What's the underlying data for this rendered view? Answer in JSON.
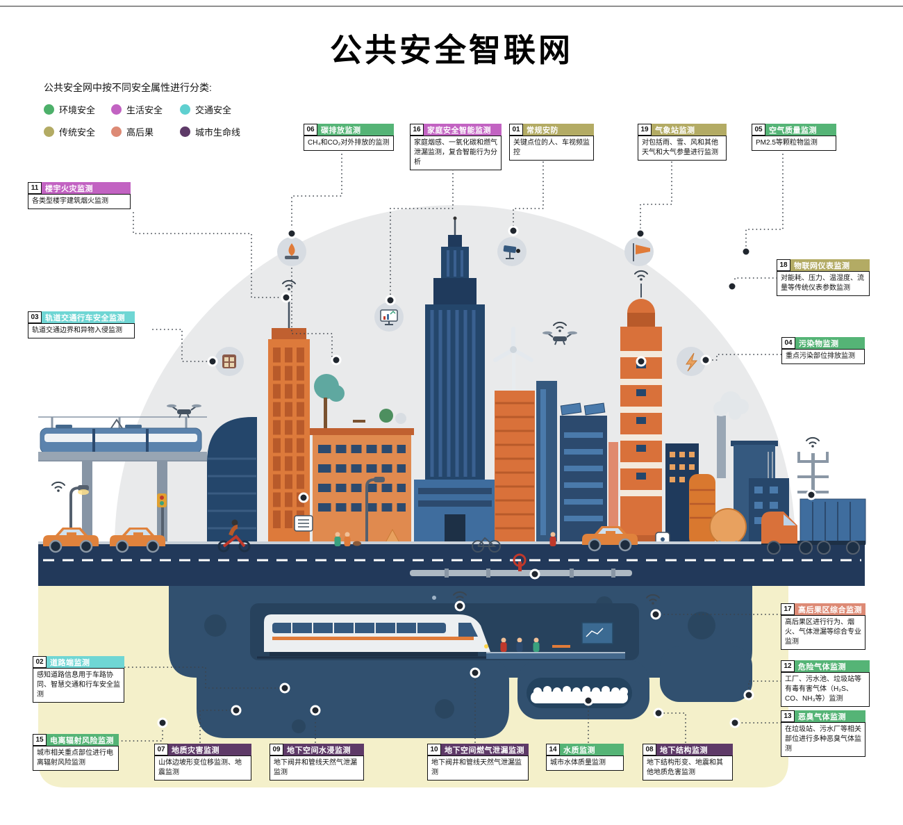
{
  "page": {
    "title": "公共安全智联网",
    "subtitle": "公共安全网中按不同安全属性进行分类:"
  },
  "legend": {
    "items": [
      {
        "label": "环境安全",
        "color": "#4db06a"
      },
      {
        "label": "生活安全",
        "color": "#c263c2"
      },
      {
        "label": "交通安全",
        "color": "#5fd0d0"
      },
      {
        "label": "传统安全",
        "color": "#b3ab64"
      },
      {
        "label": "高后果",
        "color": "#dd8a75"
      },
      {
        "label": "城市生命线",
        "color": "#5e3a68"
      }
    ]
  },
  "callouts": [
    {
      "num": "01",
      "title": "常规安防",
      "desc": "关键点位的人、车视频监控",
      "category": "传统安全",
      "color": "#b3ab64"
    },
    {
      "num": "02",
      "title": "道路端监测",
      "desc": "感知道路信息用于车路协同、智慧交通和行车安全监测",
      "category": "交通安全",
      "color": "#6fd6d4"
    },
    {
      "num": "03",
      "title": "轨道交通行车安全监测",
      "desc": "轨道交通边界和异物入侵监测",
      "category": "交通安全",
      "color": "#6fd6d4"
    },
    {
      "num": "04",
      "title": "污染物监测",
      "desc": "重点污染部位排放监测",
      "category": "环境安全",
      "color": "#55b476"
    },
    {
      "num": "05",
      "title": "空气质量监测",
      "desc": "PM2.5等颗粒物监测",
      "category": "环境安全",
      "color": "#55b476"
    },
    {
      "num": "06",
      "title": "碳排放监测",
      "desc": "CH₄和CO₂对外排放的监测",
      "category": "环境安全",
      "color": "#55b476"
    },
    {
      "num": "07",
      "title": "地质灾害监测",
      "desc": "山体边坡形变位移监测、地震监测",
      "category": "城市生命线",
      "color": "#5e3a68"
    },
    {
      "num": "08",
      "title": "地下结构监测",
      "desc": "地下结构形变、地震和其他地质危害监测",
      "category": "城市生命线",
      "color": "#5e3a68"
    },
    {
      "num": "09",
      "title": "地下空间水浸监测",
      "desc": "地下阀井和管线天然气泄漏监测",
      "category": "城市生命线",
      "color": "#5e3a68"
    },
    {
      "num": "10",
      "title": "地下空间燃气泄漏监测",
      "desc": "地下阀井和管线天然气泄漏监测",
      "category": "城市生命线",
      "color": "#5e3a68"
    },
    {
      "num": "11",
      "title": "楼宇火灾监测",
      "desc": "各类型楼宇建筑烟火监测",
      "category": "生活安全",
      "color": "#c263c2"
    },
    {
      "num": "12",
      "title": "危险气体监测",
      "desc": "工厂、污水池、垃圾站等有毒有害气体（H₂S、CO、NH₃等）监测",
      "category": "环境安全",
      "color": "#55b476"
    },
    {
      "num": "13",
      "title": "恶臭气体监测",
      "desc": "在垃圾站、污水厂等相关部位进行多种恶臭气体监测",
      "category": "环境安全",
      "color": "#55b476"
    },
    {
      "num": "14",
      "title": "水质监测",
      "desc": "城市水体质量监测",
      "category": "环境安全",
      "color": "#55b476"
    },
    {
      "num": "15",
      "title": "电离辐射风险监测",
      "desc": "城市相关重点部位进行电离辐射风险监测",
      "category": "环境安全",
      "color": "#55b476"
    },
    {
      "num": "16",
      "title": "家庭安全智能监测",
      "desc": "家庭烟感、一氧化碳和燃气泄漏监测，复合智能行为分析",
      "category": "生活安全",
      "color": "#c263c2"
    },
    {
      "num": "17",
      "title": "高后果区综合监测",
      "desc": "高后果区进行行为、烟火、气体泄漏等综合专业监测",
      "category": "高后果",
      "color": "#dd8a75"
    },
    {
      "num": "18",
      "title": "物联网仪表监测",
      "desc": "对能耗、压力、温湿度、流量等传统仪表参数监测",
      "category": "传统安全",
      "color": "#b3ab64"
    },
    {
      "num": "19",
      "title": "气象站监测",
      "desc": "对包括雨、雪、风和其他天气和大气参量进行监测",
      "category": "传统安全",
      "color": "#b3ab64"
    }
  ],
  "illustration": {
    "icon_names": [
      "stove-icon",
      "monitor-icon",
      "cctv-camera-icon",
      "windsock-icon",
      "metro-card-icon",
      "lightning-icon",
      "drone-icon",
      "wifi-signal-icon",
      "sensor-node-icon",
      "wind-turbine-icon"
    ]
  }
}
